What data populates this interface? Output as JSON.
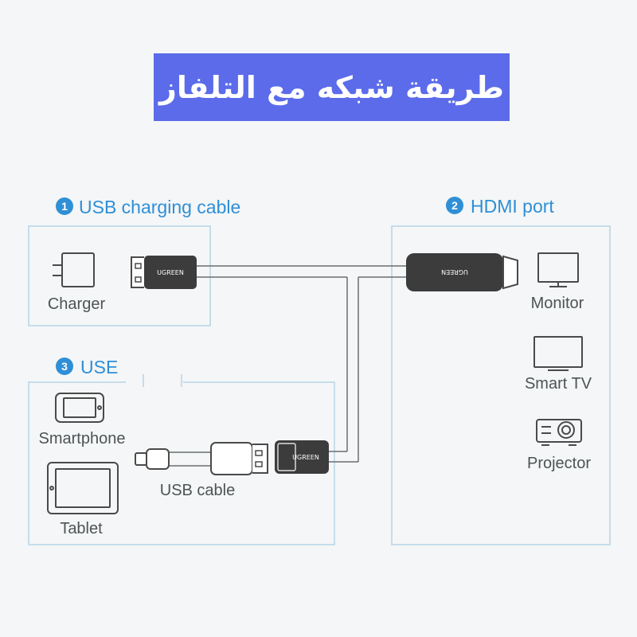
{
  "banner": {
    "title": "طريقة شبكه مع التلفاز"
  },
  "sections": [
    {
      "number": "1",
      "title": "USB charging cable"
    },
    {
      "number": "2",
      "title": "HDMI port"
    },
    {
      "number": "3",
      "title": "USE"
    }
  ],
  "devices": {
    "charger": "Charger",
    "monitor": "Monitor",
    "smart_tv": "Smart TV",
    "projector": "Projector",
    "smartphone": "Smartphone",
    "tablet": "Tablet",
    "usb_cable": "USB cable"
  },
  "brand": "UGREEN",
  "colors": {
    "banner_bg": "#5b6bea",
    "section_blue": "#2f8fd6",
    "box_border": "#b8d3e6",
    "connector_dark": "#3c3c3c",
    "icon_stroke": "#4a4a4a"
  },
  "icons": [
    "charger-icon",
    "monitor-icon",
    "smart-tv-icon",
    "projector-icon",
    "smartphone-icon",
    "tablet-icon"
  ]
}
